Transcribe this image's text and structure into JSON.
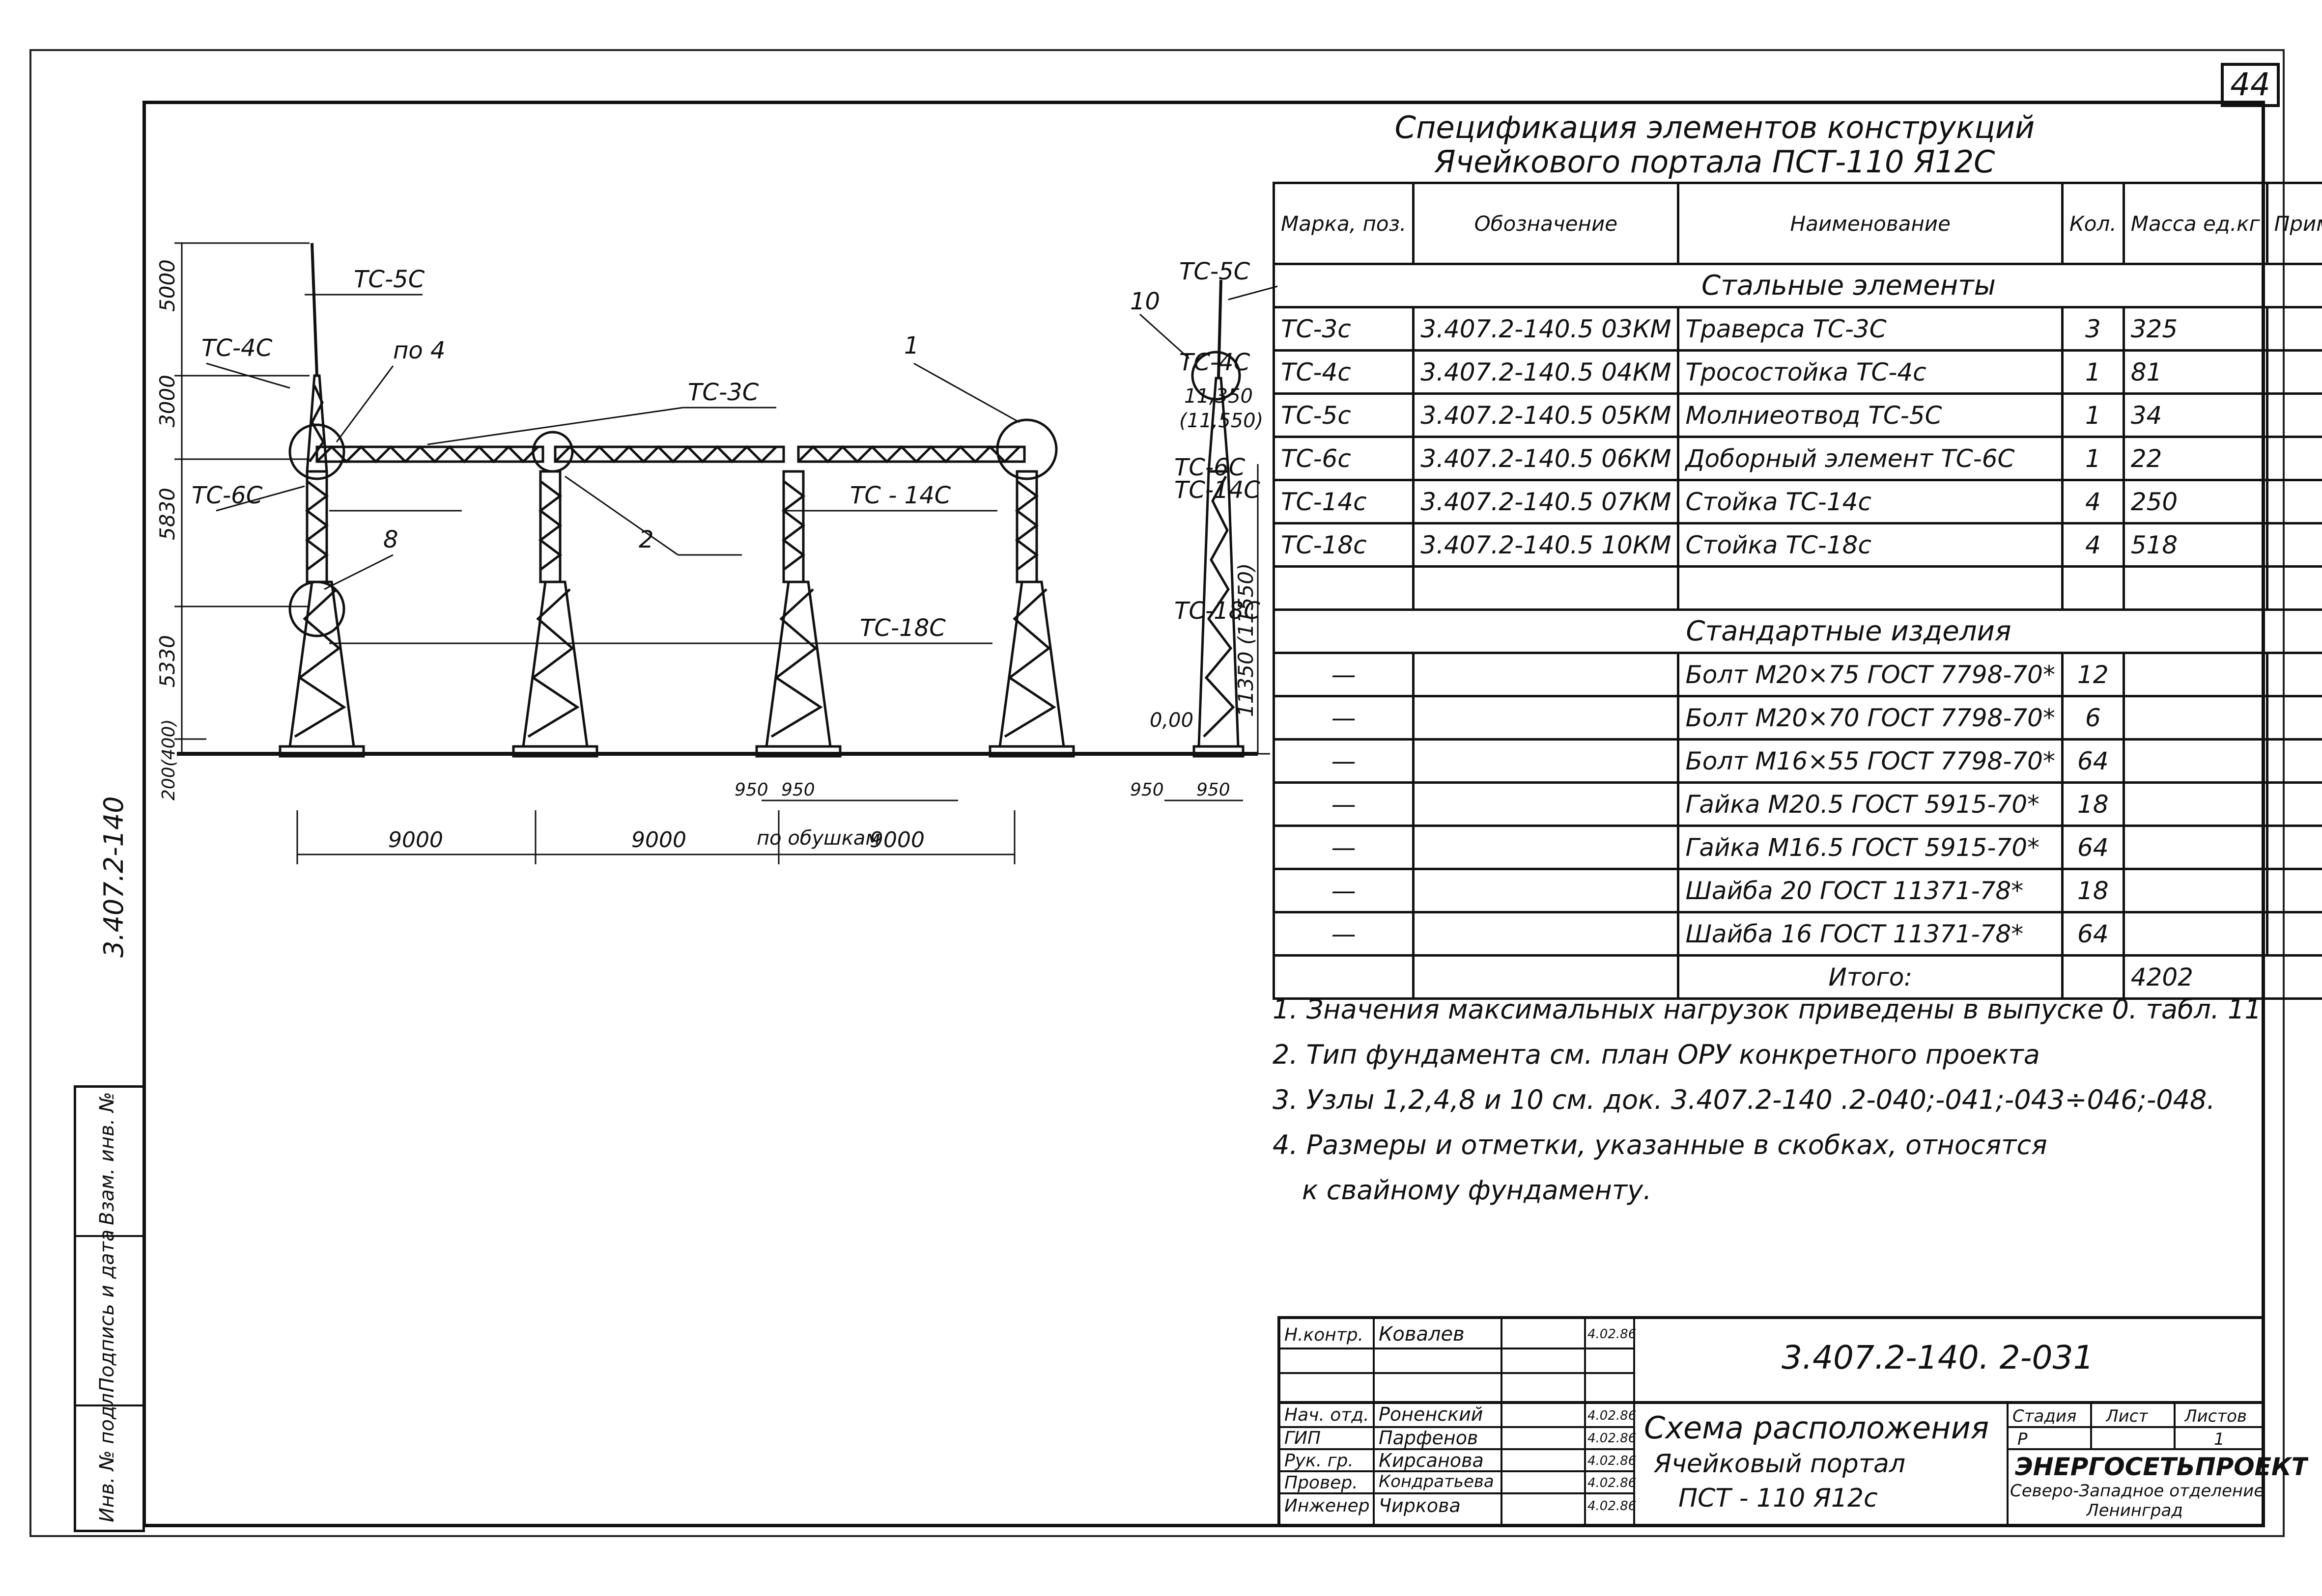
{
  "sheet_number": "44",
  "vertical_code": "3.407.2-140",
  "side_stamp": [
    "Инв. № подл.",
    "Подпись и дата",
    "Взам. инв. №"
  ],
  "title": [
    "Спецификация элементов конструкций",
    "Ячейкового портала ПСТ-110 Я12С"
  ],
  "table": {
    "headers": [
      "Марка, поз.",
      "Обозначение",
      "Наименование",
      "Кол.",
      "Масса ед.кг",
      "Примеча-ние"
    ],
    "section_steel": "Стальные элементы",
    "steel_rows": [
      {
        "mark": "ТС-3с",
        "code": "3.407.2-140.5 03КМ",
        "name": "Траверса ТС-3С",
        "qty": "3",
        "mass": "325"
      },
      {
        "mark": "ТС-4с",
        "code": "3.407.2-140.5 04КМ",
        "name": "Тросостойка ТС-4с",
        "qty": "1",
        "mass": "81"
      },
      {
        "mark": "ТС-5с",
        "code": "3.407.2-140.5 05КМ",
        "name": "Молниеотвод ТС-5С",
        "qty": "1",
        "mass": "34"
      },
      {
        "mark": "ТС-6с",
        "code": "3.407.2-140.5 06КМ",
        "name": "Доборный элемент ТС-6С",
        "qty": "1",
        "mass": "22"
      },
      {
        "mark": "ТС-14с",
        "code": "3.407.2-140.5 07КМ",
        "name": "Стойка ТС-14с",
        "qty": "4",
        "mass": "250"
      },
      {
        "mark": "ТС-18с",
        "code": "3.407.2-140.5 10КМ",
        "name": "Стойка ТС-18с",
        "qty": "4",
        "mass": "518"
      }
    ],
    "section_std": "Стандартные изделия",
    "std_rows": [
      {
        "mark": "—",
        "name": "Болт М20×75 ГОСТ 7798-70*",
        "qty": "12"
      },
      {
        "mark": "—",
        "name": "Болт М20×70 ГОСТ 7798-70*",
        "qty": "6"
      },
      {
        "mark": "—",
        "name": "Болт М16×55 ГОСТ 7798-70*",
        "qty": "64"
      },
      {
        "mark": "—",
        "name": "Гайка М20.5 ГОСТ 5915-70*",
        "qty": "18"
      },
      {
        "mark": "—",
        "name": "Гайка М16.5 ГОСТ 5915-70*",
        "qty": "64"
      },
      {
        "mark": "—",
        "name": "Шайба 20 ГОСТ 11371-78*",
        "qty": "18"
      },
      {
        "mark": "—",
        "name": "Шайба 16 ГОСТ 11371-78*",
        "qty": "64"
      }
    ],
    "total_label": "Итого:",
    "total_value": "4202"
  },
  "notes": [
    "1. Значения максимальных нагрузок приведены в выпуске 0. табл. 11",
    "2. Тип фундамента см. план ОРУ конкретного проекта",
    "3. Узлы 1,2,4,8 и 10 см. док. 3.407.2-140 .2-040;-041;-043÷046;-048.",
    "4. Размеры и отметки, указанные в скобках, относятся",
    "к свайному фундаменту."
  ],
  "drawing": {
    "labels": {
      "tc5c": "ТС-5С",
      "tc4c": "ТС-4С",
      "uzel4": "по 4",
      "tc3c": "ТС-3С",
      "one": "1",
      "tc6c": "ТС-6С",
      "tc14c": "ТС - 14С",
      "two": "2",
      "eight": "8",
      "tc18c": "ТС-18С",
      "ten": "10",
      "tc5c_r": "ТС-5С",
      "tc4c_r": "ТС-4С",
      "tc6c_r": "ТС-6С",
      "tc14c_r": "ТС-14С",
      "tc18c_r": "ТС-18С",
      "mark_11350": "11,350",
      "mark_11550": "(11,550)",
      "zero": "0,00",
      "h11350": "11350 (11550)",
      "po_obushkam": "по обушкам"
    },
    "dims_vertical": [
      "5000",
      "3000",
      "5830",
      "5330",
      "200(400)"
    ],
    "dims_horizontal": [
      "9000",
      "9000",
      "9000"
    ],
    "dims_small": [
      "950",
      "950",
      "950",
      "950"
    ]
  },
  "stamp": {
    "code": "3.407.2-140. 2-031",
    "rows": [
      {
        "role": "Н.контр.",
        "name": "Ковалев",
        "date": "4.02.86"
      },
      {
        "role": "Нач. отд.",
        "name": "Роненский",
        "date": "4.02.86"
      },
      {
        "role": "ГИП",
        "name": "Парфенов",
        "date": "4.02.86"
      },
      {
        "role": "Рук. гр.",
        "name": "Кирсанова",
        "date": "4.02.86"
      },
      {
        "role": "Провер.",
        "name": "Кондратьева",
        "date": "4.02.86"
      },
      {
        "role": "Инженер",
        "name": "Чиркова",
        "date": "4.02.86"
      }
    ],
    "name_lines": [
      "Схема расположения",
      "Ячейковый портал",
      "ПСТ - 110 Я12с"
    ],
    "stage_headers": [
      "Стадия",
      "Лист",
      "Листов"
    ],
    "stage_values": [
      "Р",
      "",
      "1"
    ],
    "org": [
      "ЭНЕРГОСЕТЬПРОЕКТ",
      "Северо-Западное отделение",
      "Ленинград"
    ]
  }
}
